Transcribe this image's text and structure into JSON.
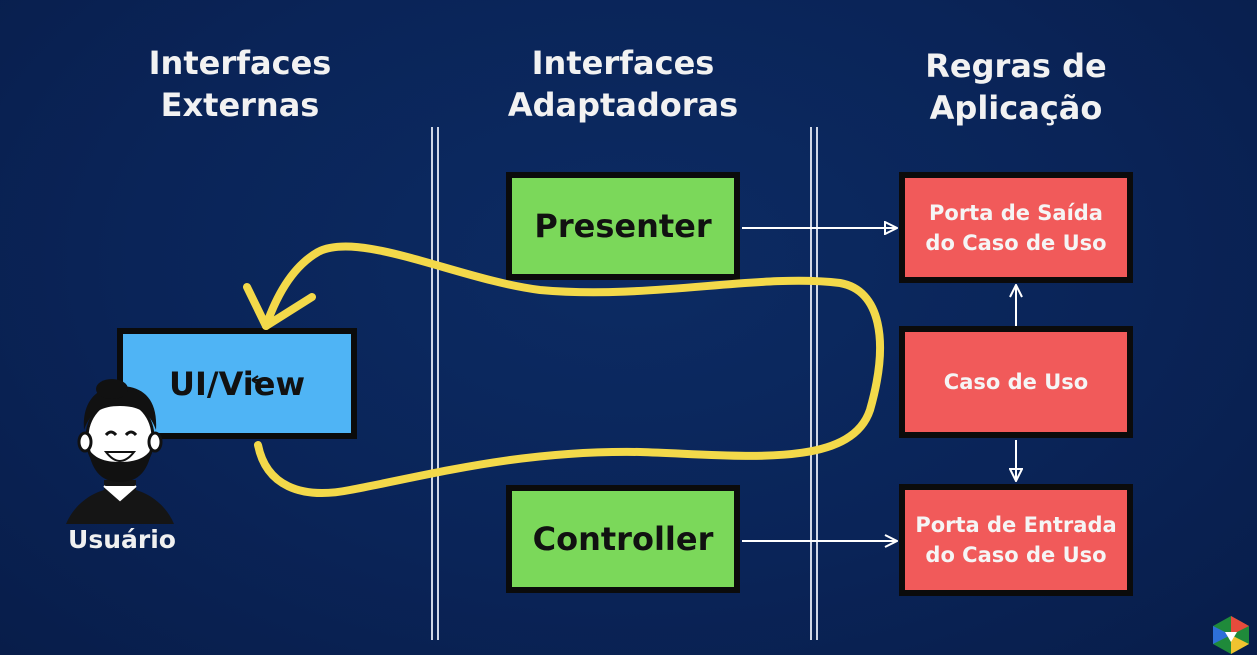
{
  "columns": [
    {
      "line1": "Interfaces",
      "line2": "Externas"
    },
    {
      "line1": "Interfaces",
      "line2": "Adaptadoras"
    },
    {
      "line1": "Regras de",
      "line2": "Aplicação"
    }
  ],
  "boxes": {
    "presenter": "Presenter",
    "controller": "Controller",
    "ui_view": "UI/View",
    "output_port": {
      "line1": "Porta de Saída",
      "line2": "do Caso de Uso"
    },
    "use_case": "Caso de Uso",
    "input_port": {
      "line1": "Porta de Entrada",
      "line2": "do Caso de Uso"
    }
  },
  "user": {
    "label": "Usuário",
    "icon": "user-avatar-icon"
  },
  "colors": {
    "background": "#0a2458",
    "green": "#7bd85a",
    "red": "#f15a5a",
    "blue": "#4fb4f5",
    "yellow_flow": "#f3d94a"
  }
}
